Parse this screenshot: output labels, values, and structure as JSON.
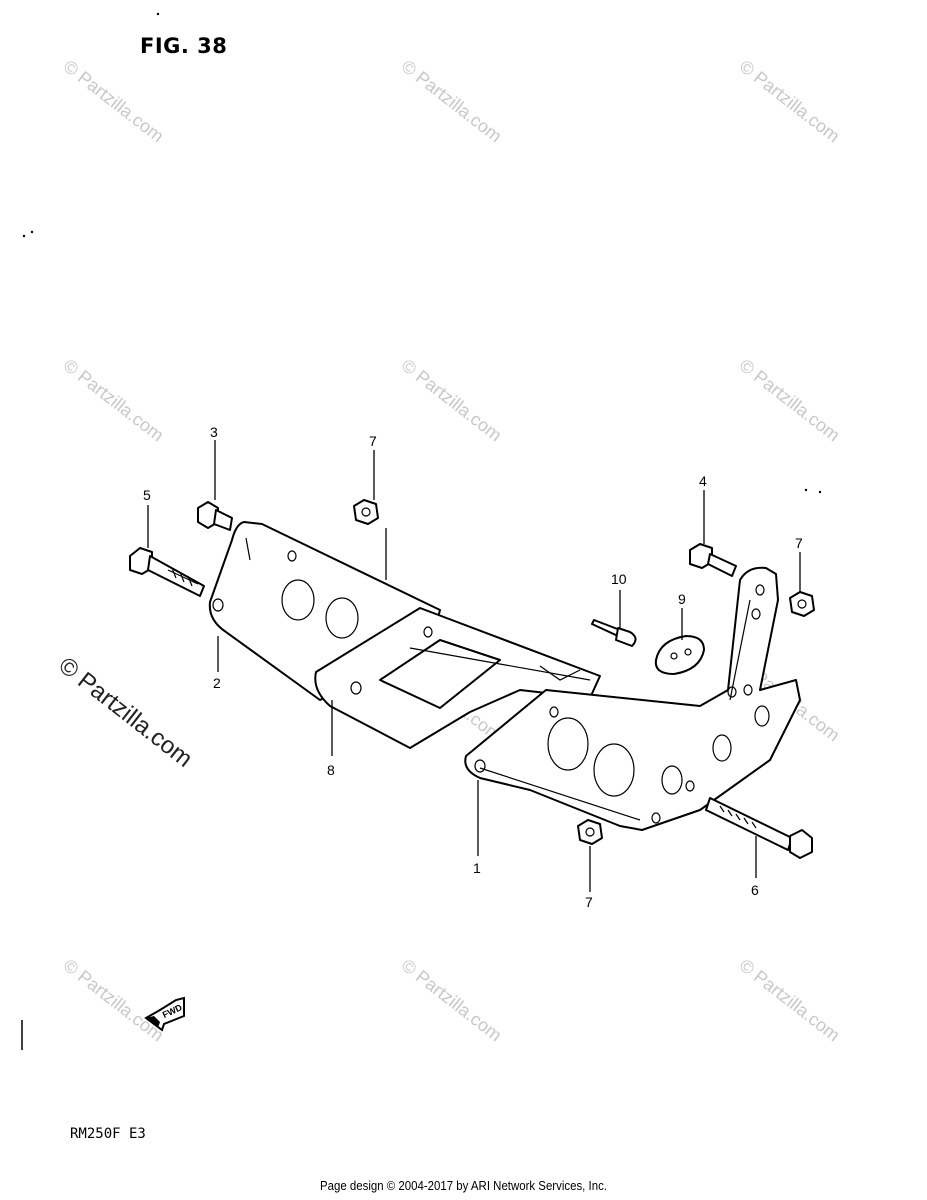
{
  "figure": {
    "title": "FIG. 38",
    "model_code": "RM250F  E3"
  },
  "footer": {
    "text": "Page design © 2004-2017 by ARI Network Services, Inc."
  },
  "watermark": {
    "text": "© Partzilla.com",
    "large_text": "© Partzilla.com"
  },
  "fwd_arrow": {
    "label": "FWD"
  },
  "callouts": [
    "1",
    "2",
    "3",
    "4",
    "5",
    "6",
    "7",
    "7",
    "7",
    "8",
    "9",
    "10"
  ]
}
